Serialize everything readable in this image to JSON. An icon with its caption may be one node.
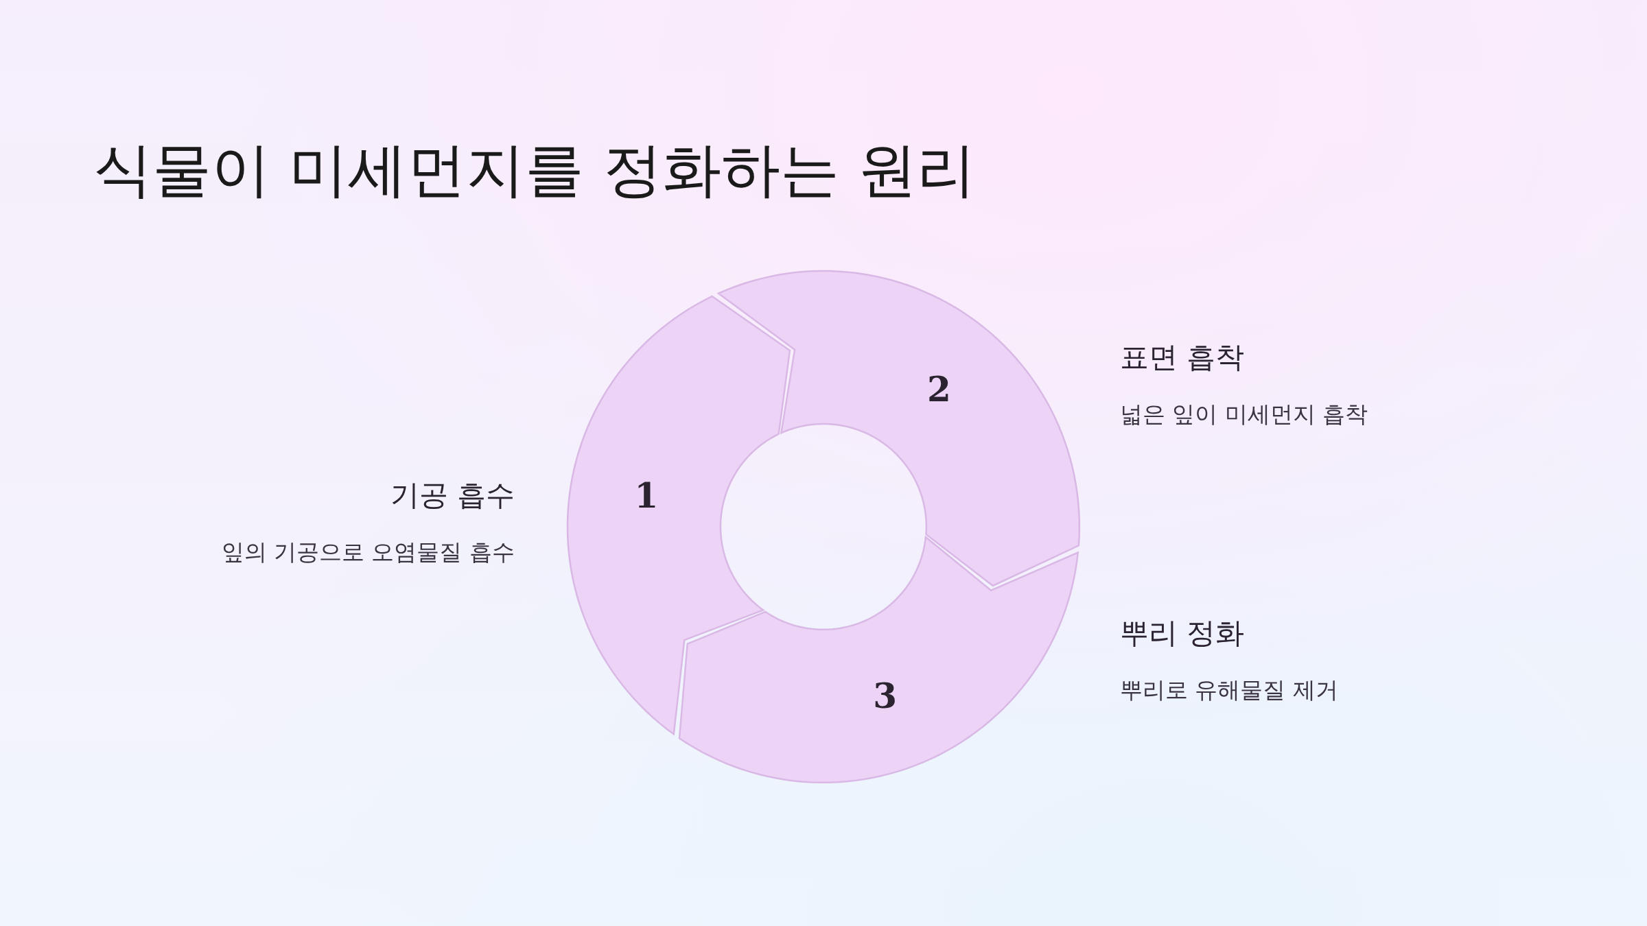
{
  "diagram": {
    "title": "식물이 미세먼지를 정화하는 원리",
    "nodes": [
      {
        "text": [
          "1"
        ],
        "beside": [
          "기공 흡수",
          "잎의 기공으로 오염물질 흡수"
        ]
      },
      {
        "text": [
          "2"
        ],
        "beside": [
          "표면 흡착",
          "넓은 잎이 미세먼지 흡착"
        ]
      },
      {
        "text": [
          "3"
        ],
        "beside": [
          "뿌리 정화",
          "뿌리로 유해물질 제거"
        ]
      }
    ]
  }
}
